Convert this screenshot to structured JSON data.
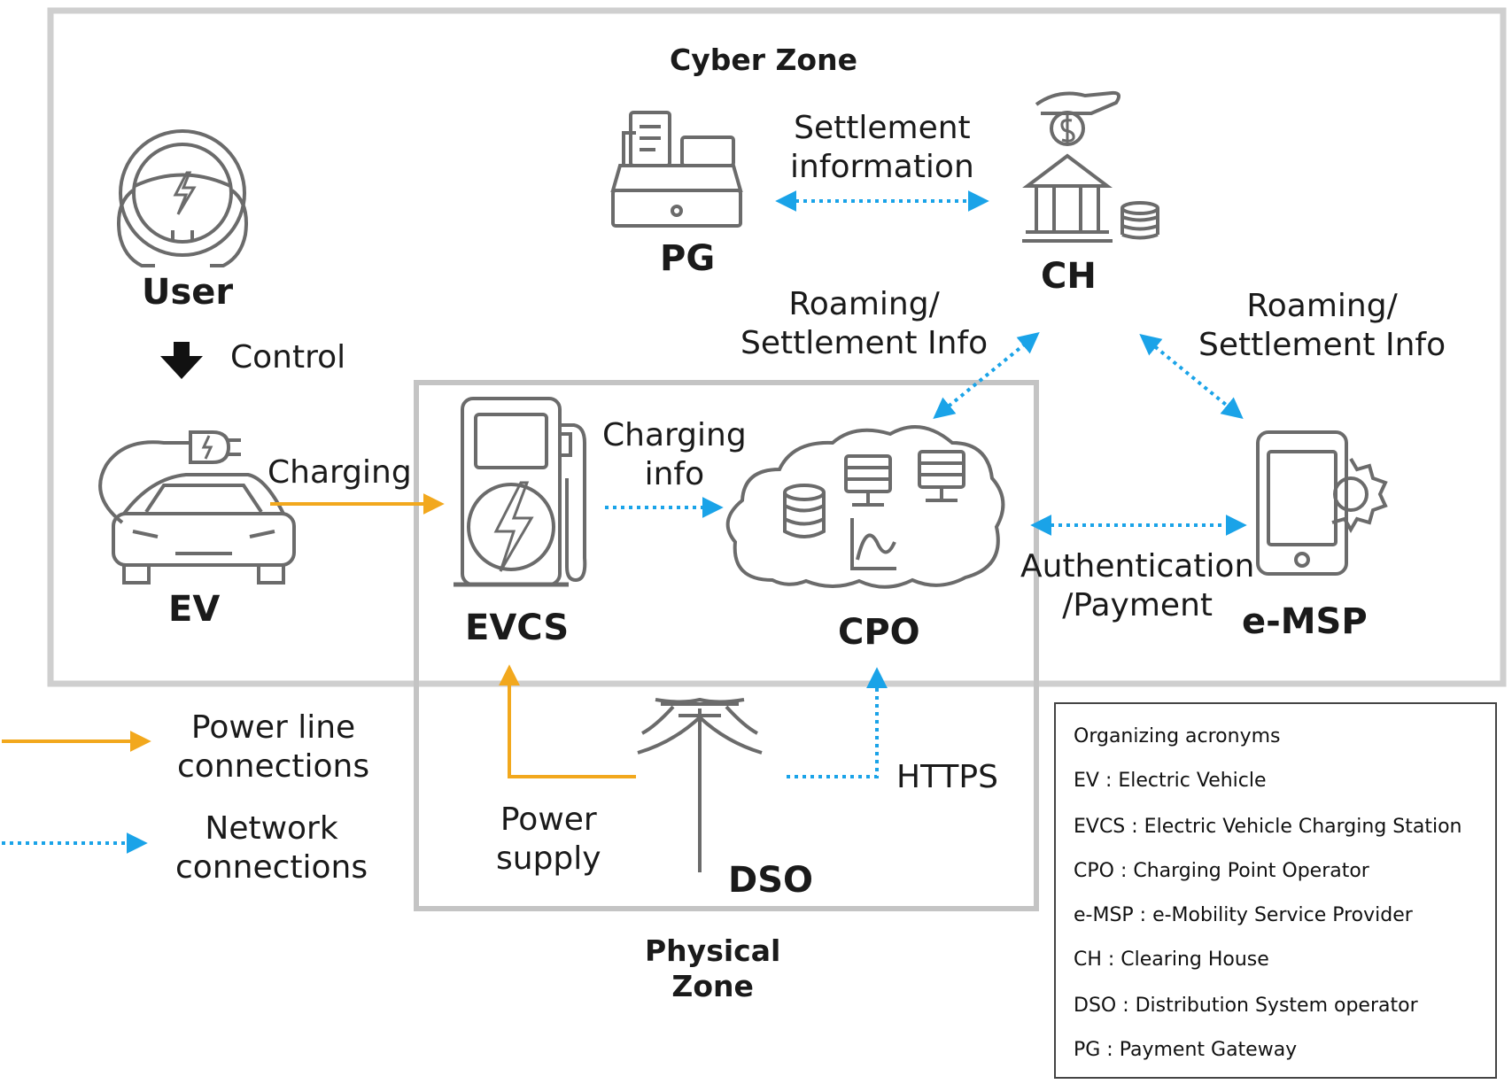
{
  "zones": {
    "cyber": "Cyber Zone",
    "physical": [
      "Physical",
      "Zone"
    ]
  },
  "nodes": {
    "user": "User",
    "ev": "EV",
    "evcs": "EVCS",
    "cpo": "CPO",
    "pg": "PG",
    "ch": "CH",
    "emsp": "e-MSP",
    "dso": "DSO"
  },
  "edges": {
    "control": "Control",
    "charging": "Charging",
    "charging_info": [
      "Charging",
      "info"
    ],
    "settlement_information": [
      "Settlement",
      "information"
    ],
    "roaming_left": [
      "Roaming/",
      "Settlement Info"
    ],
    "roaming_right": [
      "Roaming/",
      "Settlement Info"
    ],
    "authentication": [
      "Authentication",
      "/Payment"
    ],
    "power_supply": [
      "Power",
      "supply"
    ],
    "https": "HTTPS"
  },
  "legend": {
    "power_line": [
      "Power line",
      "connections"
    ],
    "network": [
      "Network",
      "connections"
    ]
  },
  "acronyms": {
    "title": "Organizing acronyms",
    "items": [
      "EV : Electric Vehicle",
      "EVCS : Electric Vehicle Charging Station",
      "CPO : Charging Point Operator",
      "e-MSP : e-Mobility Service Provider",
      "CH : Clearing House",
      "DSO : Distribution System operator",
      "PG : Payment Gateway"
    ]
  },
  "colors": {
    "power_line": "#f2a81d",
    "network": "#1aa3e8",
    "icon": "#6b6b6b",
    "zone_border": "#c8c8c8"
  }
}
